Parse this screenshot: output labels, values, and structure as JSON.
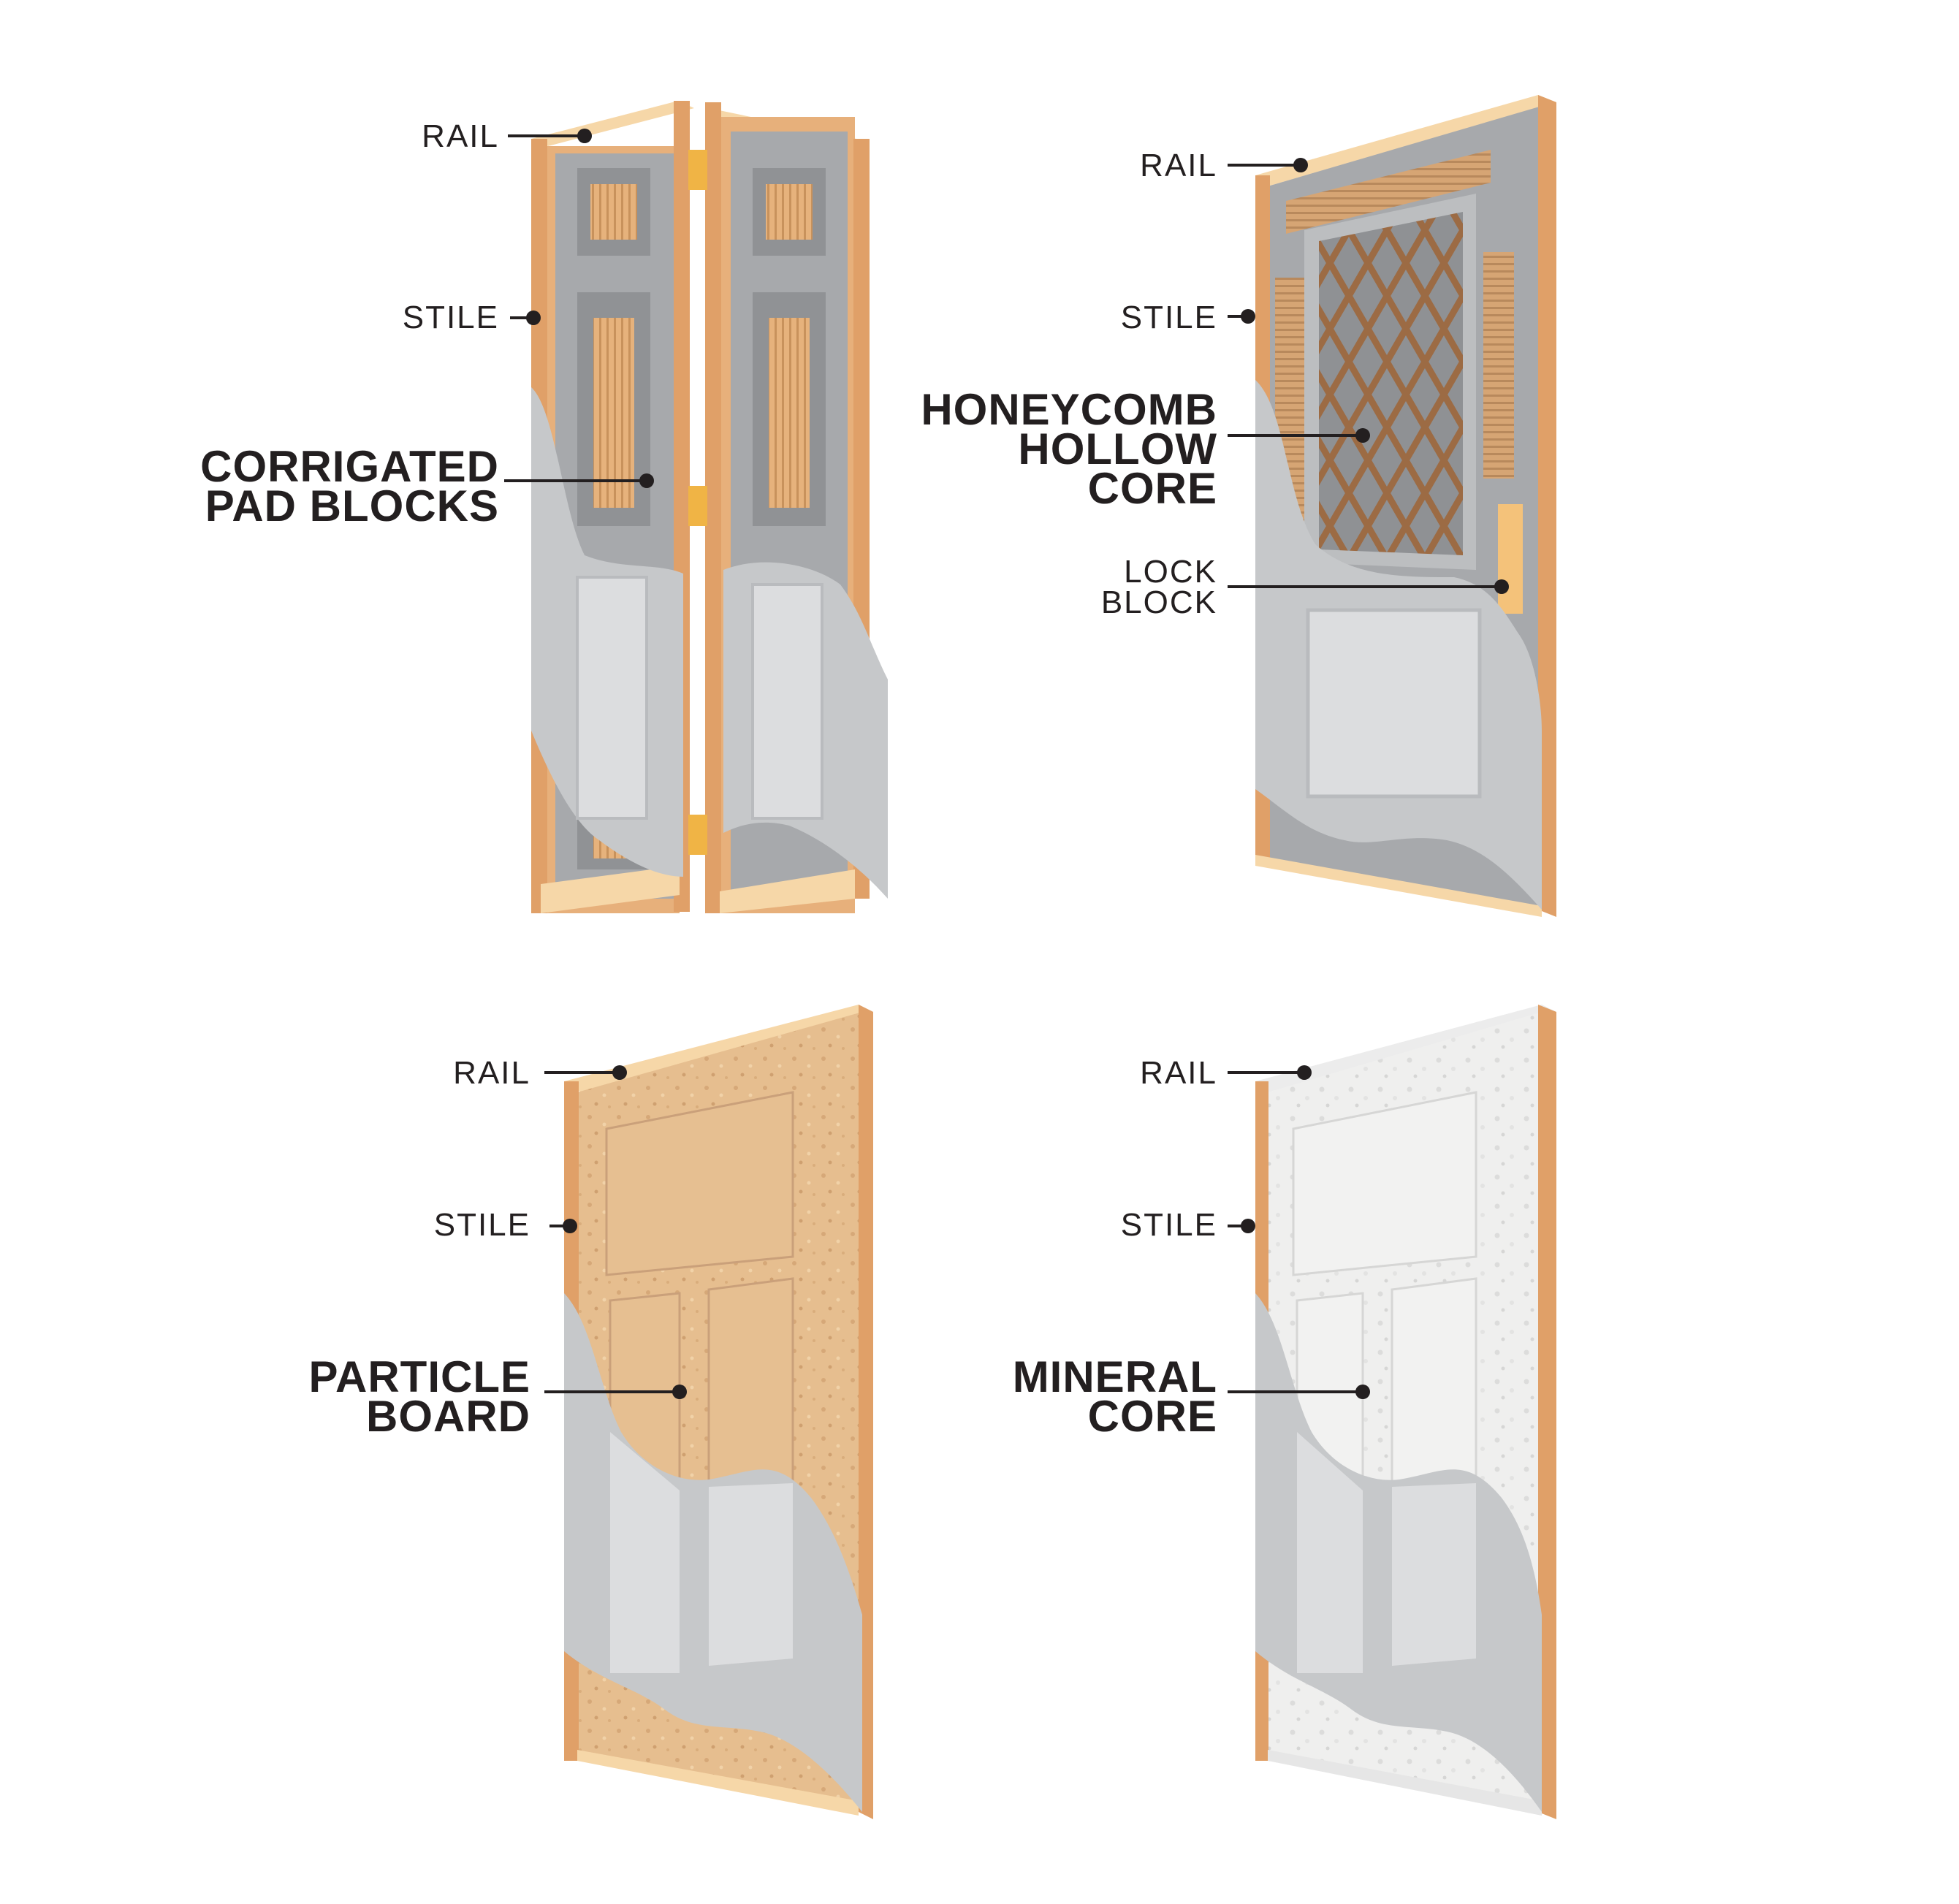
{
  "doors": [
    {
      "id": "bifold",
      "labels": {
        "rail": "RAIL",
        "stile": "STILE",
        "core_line1": "CORRIGATED",
        "core_line2": "PAD BLOCKS"
      }
    },
    {
      "id": "hollow",
      "labels": {
        "rail": "RAIL",
        "stile": "STILE",
        "core_line1": "HONEYCOMB",
        "core_line2": "HOLLOW",
        "core_line3": "CORE",
        "lock_line1": "LOCK",
        "lock_line2": "BLOCK"
      }
    },
    {
      "id": "particle",
      "labels": {
        "rail": "RAIL",
        "stile": "STILE",
        "core_line1": "PARTICLE",
        "core_line2": "BOARD"
      }
    },
    {
      "id": "mineral",
      "labels": {
        "rail": "RAIL",
        "stile": "STILE",
        "core_line1": "MINERAL",
        "core_line2": "CORE"
      }
    }
  ],
  "colors": {
    "wood_stile": "#e0a068",
    "wood_rail": "#f6d7a8",
    "skin_grey": "#a9abae",
    "skin_light": "#d1d3d4",
    "honeycomb": "#9a6a45",
    "particle": "#e4bc8d",
    "mineral": "#f0f0ef",
    "hinge": "#f0b445",
    "text": "#231f20"
  }
}
